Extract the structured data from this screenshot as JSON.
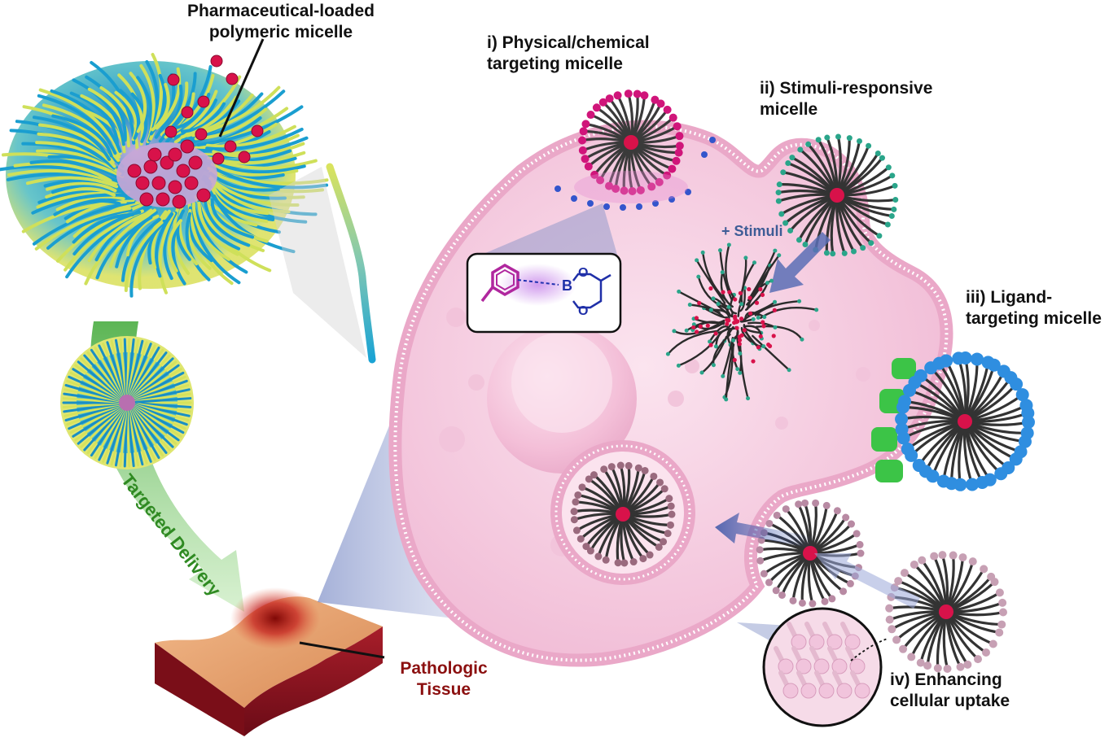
{
  "labels": {
    "pharm_micelle_line1": "Pharmaceutical-loaded",
    "pharm_micelle_line2": "polymeric micelle",
    "targeted_delivery": "Targeted Delivery",
    "pathologic_line1": "Pathologic",
    "pathologic_line2": "Tissue",
    "physical_line1": "i) Physical/chemical",
    "physical_line2": "targeting micelle",
    "stimuli_line1": "ii) Stimuli-responsive",
    "stimuli_line2": "micelle",
    "stimuli_tag": "+ Stimuli",
    "ligand_line1": "iii) Ligand-",
    "ligand_line2": "targeting micelle",
    "uptake_line1": "iv) Enhancing",
    "uptake_line2": "cellular uptake"
  },
  "chemistry": {
    "boron": "B",
    "oxygen": "O"
  },
  "colors": {
    "cell_fill": "#f6cfe3",
    "membrane": "#f3b9d6",
    "drug": "#d8124a",
    "corona_blue": "#1f9fcf",
    "corona_yellow": "#d8e35a",
    "arrow_green": "#58b84a",
    "arrow_blue": "#4a66b0",
    "tissue": "#e2a06a",
    "tissue_dark": "#8a1020",
    "ligand_green": "#3cc447",
    "ligand_blue": "#2f8ee0",
    "boronate_purple": "#b0279e"
  }
}
